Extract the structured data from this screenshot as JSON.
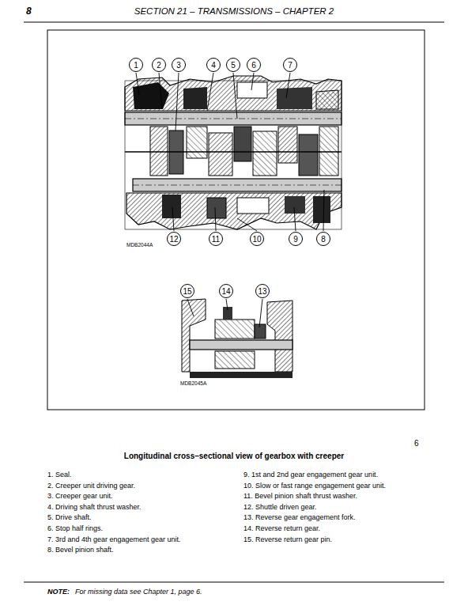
{
  "diagram": {
    "title": "SECTION 21 – TRANSMISSIONS – CHAPTER 2",
    "caption": "Longitudinal cross–sectional view of gearbox with creeper",
    "nodes": [
      {
        "text": [
          "1"
        ]
      },
      {
        "text": [
          "2"
        ]
      },
      {
        "text": [
          "3"
        ]
      },
      {
        "text": [
          "4"
        ]
      },
      {
        "text": [
          "5"
        ]
      },
      {
        "text": [
          "6"
        ]
      },
      {
        "text": [
          "7"
        ]
      },
      {
        "text": [
          "12"
        ]
      },
      {
        "text": [
          "11"
        ]
      },
      {
        "text": [
          "10"
        ]
      },
      {
        "text": [
          "9"
        ]
      },
      {
        "text": [
          "8"
        ]
      },
      {
        "text": [
          "15"
        ]
      },
      {
        "text": [
          "14"
        ]
      },
      {
        "text": [
          "13"
        ]
      }
    ],
    "labels": [
      "8",
      "MDB2044A",
      "MDB2045A",
      "6",
      "1. Seal.",
      "2. Creeper unit driving gear.",
      "3. Creeper gear unit.",
      "4. Driving shaft thrust washer.",
      "5. Drive shaft.",
      "6. Stop half rings.",
      "7. 3rd and 4th gear engagement gear unit.",
      "8. Bevel pinion shaft.",
      "9. 1st and 2nd gear engagement gear unit.",
      "10. Slow or fast range engagement gear unit.",
      "11. Bevel pinion shaft thrust washer.",
      "12. Shuttle driven gear.",
      "13. Reverse gear engagement fork.",
      "14. Reverse return gear.",
      "15. Reverse return gear pin.",
      "NOTE:",
      "For missing data see Chapter 1, page 6."
    ]
  }
}
